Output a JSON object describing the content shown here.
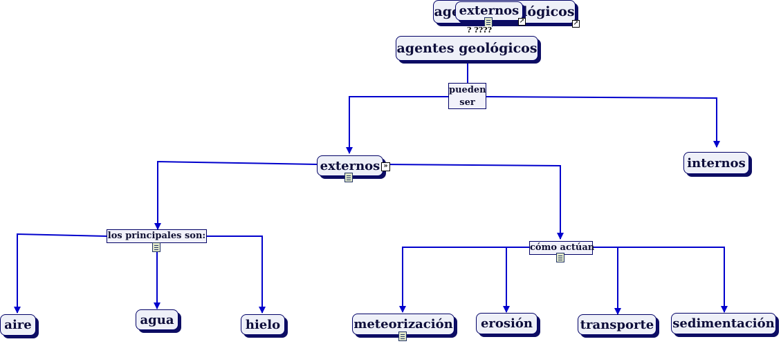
{
  "concepts": {
    "agentes_back": "agentes geológicos",
    "externos_back": "externos",
    "agentes": "agentes geológicos",
    "externos": "externos",
    "internos": "internos",
    "aire": "aire",
    "agua": "agua",
    "hielo": "hielo",
    "meteorizacion": "meteorización",
    "erosion": "erosión",
    "transporte": "transporte",
    "sedimentacion": "sedimentación"
  },
  "links": {
    "pueden_line1": "pueden",
    "pueden_line2": "ser",
    "principales": "los principales son:",
    "como_actuan": "cómo actúan",
    "unknown_marks": "? ????"
  },
  "icons": {
    "document": "document-icon",
    "shortcut": "shortcut-arrow-icon",
    "expand": "expand-icon"
  },
  "colors": {
    "line": "#0000cc",
    "node_fill": "#eef0f8",
    "node_shadow": "#0d0d63"
  }
}
